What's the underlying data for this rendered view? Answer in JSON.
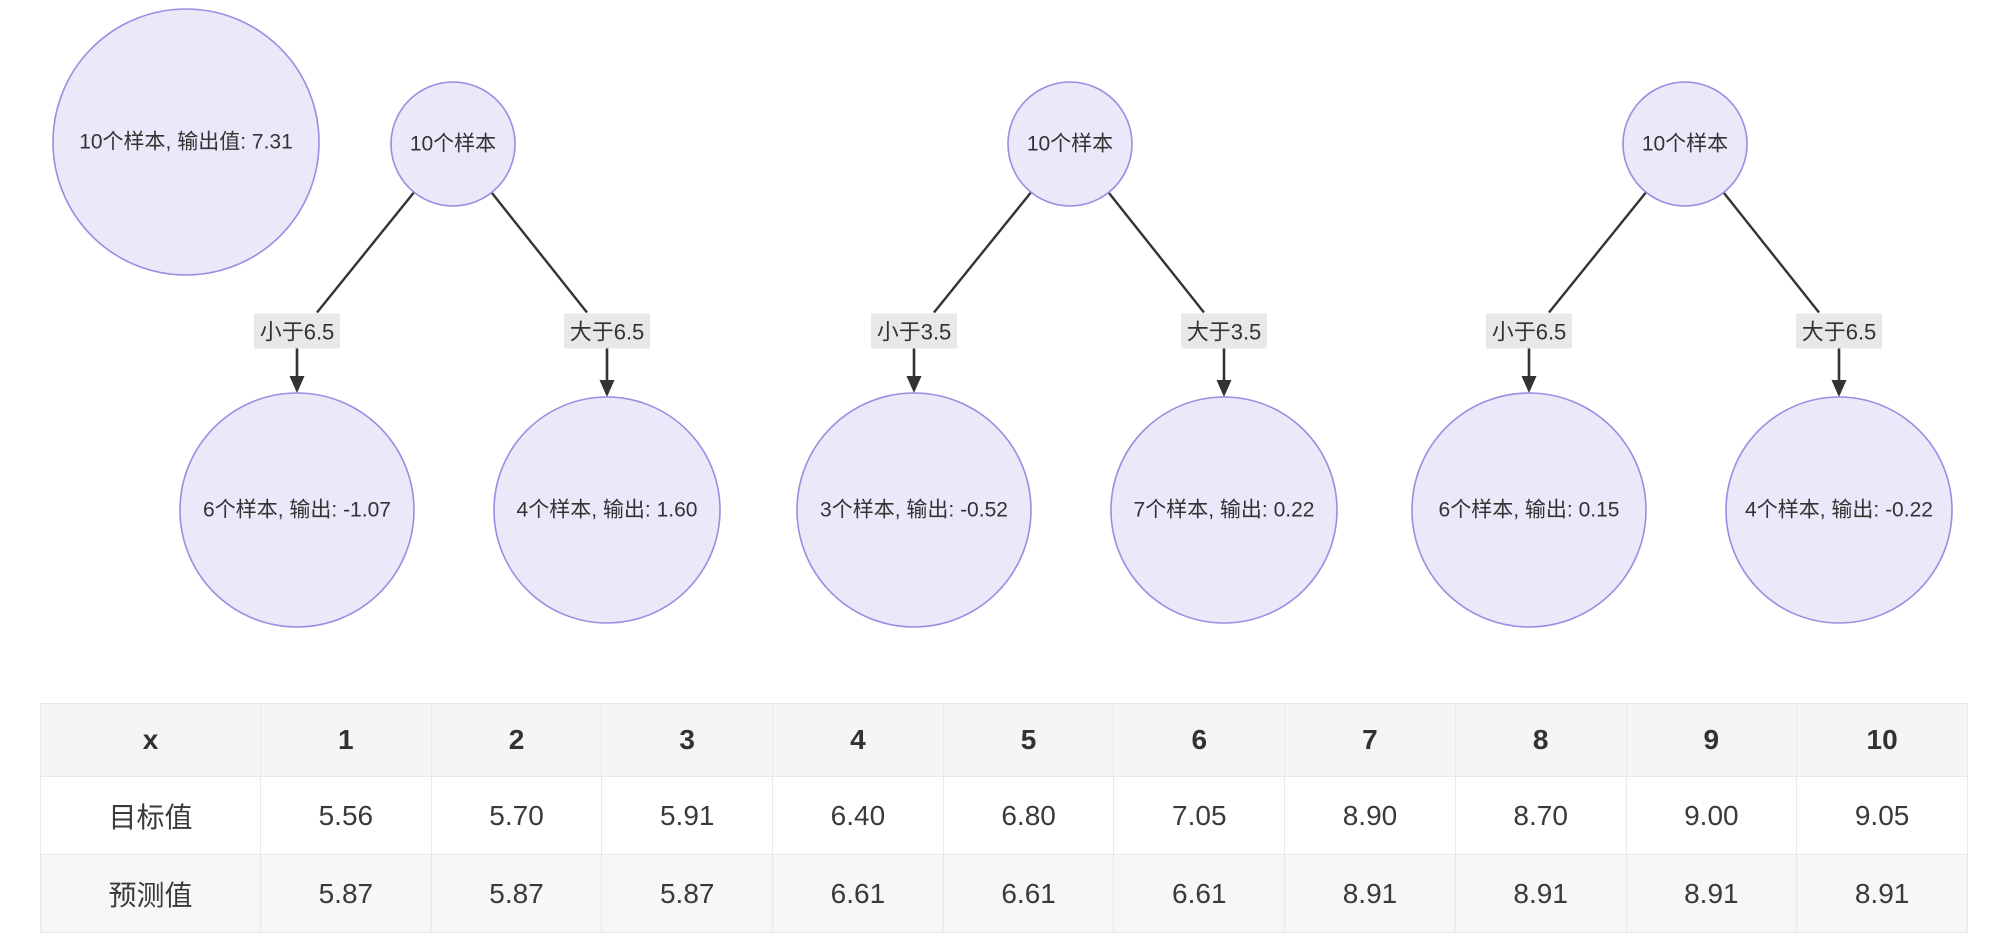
{
  "colors": {
    "node_fill": "#eae8f9",
    "node_stroke": "#9c8ce2",
    "edge_line": "#333333",
    "edge_label_bg": "#e8e8e8",
    "text": "#333333",
    "table_header_bg": "#f4f5f6",
    "table_stripe_bg": "#f7f7f9",
    "table_border": "#e9e9eb"
  },
  "initial_node": {
    "label": "10个样本, 输出值: 7.31"
  },
  "trees": [
    {
      "root_label": "10个样本",
      "left_edge_label": "小于6.5",
      "right_edge_label": "大于6.5",
      "left_leaf_label": "6个样本, 输出: -1.07",
      "right_leaf_label": "4个样本, 输出: 1.60"
    },
    {
      "root_label": "10个样本",
      "left_edge_label": "小于3.5",
      "right_edge_label": "大于3.5",
      "left_leaf_label": "3个样本, 输出: -0.52",
      "right_leaf_label": "7个样本, 输出: 0.22"
    },
    {
      "root_label": "10个样本",
      "left_edge_label": "小于6.5",
      "right_edge_label": "大于6.5",
      "left_leaf_label": "6个样本, 输出: 0.15",
      "right_leaf_label": "4个样本, 输出: -0.22"
    }
  ],
  "table": {
    "header": [
      "x",
      "1",
      "2",
      "3",
      "4",
      "5",
      "6",
      "7",
      "8",
      "9",
      "10"
    ],
    "rows": [
      {
        "label": "目标值",
        "values": [
          "5.56",
          "5.70",
          "5.91",
          "6.40",
          "6.80",
          "7.05",
          "8.90",
          "8.70",
          "9.00",
          "9.05"
        ]
      },
      {
        "label": "预测值",
        "values": [
          "5.87",
          "5.87",
          "5.87",
          "6.61",
          "6.61",
          "6.61",
          "8.91",
          "8.91",
          "8.91",
          "8.91"
        ]
      }
    ]
  }
}
